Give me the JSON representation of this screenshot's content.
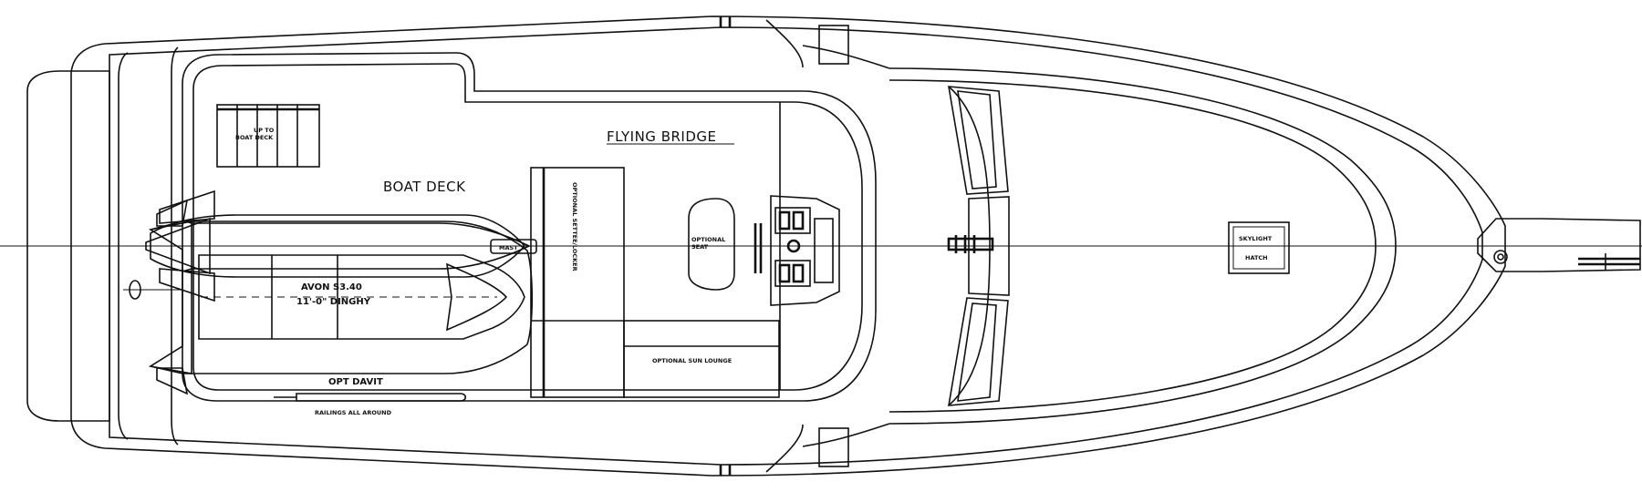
{
  "labels": {
    "flying_bridge": "FLYING BRIDGE",
    "boat_deck": "BOAT DECK",
    "dinghy_line1": "AVON S3.40",
    "dinghy_line2": "11'-0\" DINGHY",
    "opt_davit": "OPT DAVIT",
    "railings": "RAILINGS ALL AROUND",
    "settee_locker": "OPTIONAL SETTEE/LOCKER",
    "sun_lounge": "OPTIONAL SUN LOUNGE",
    "optional_seat_line1": "OPTIONAL",
    "optional_seat_line2": "SEAT",
    "skylight_line1": "SKYLIGHT",
    "skylight_line2": "HATCH",
    "mast": "MAST",
    "ladder_line1": "UP TO",
    "ladder_line2": "BOAT DECK"
  }
}
